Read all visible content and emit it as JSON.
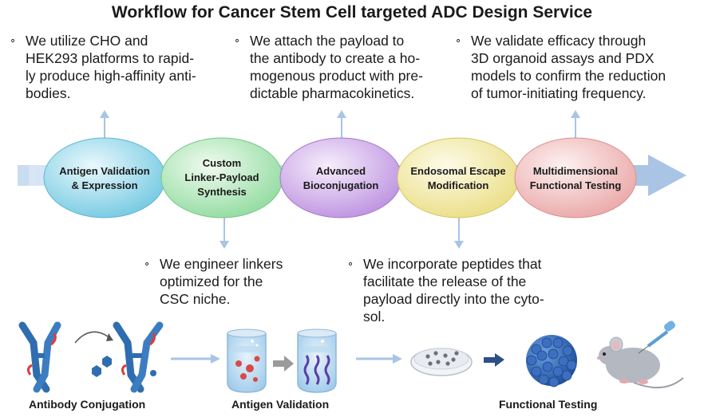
{
  "title": "Workflow for Cancer Stem Cell targeted ADC Design Service",
  "top_notes": [
    {
      "lines": [
        "We utilize CHO and",
        "HEK293 platforms to rapid-",
        "ly produce high-affinity anti-",
        "bodies."
      ]
    },
    {
      "lines": [
        "We attach the payload to",
        "the antibody to create a ho-",
        "mogenous product with pre-",
        "dictable pharmacokinetics."
      ]
    },
    {
      "lines": [
        "We validate efficacy through",
        "3D organoid assays and PDX",
        "models to confirm the reduction",
        "of tumor-initiating frequency."
      ]
    }
  ],
  "bottom_notes": [
    {
      "lines": [
        "We engineer linkers",
        "optimized for the",
        "CSC niche."
      ]
    },
    {
      "lines": [
        "We incorporate peptides that",
        "facilitate the release of the",
        "payload directly into the cyto-",
        "sol."
      ]
    }
  ],
  "steps": [
    {
      "lines": [
        "Antigen Validation",
        "& Expression"
      ],
      "color": "#7fd1e6"
    },
    {
      "lines": [
        "Custom",
        "Linker-Payload",
        "Synthesis"
      ],
      "color": "#9fe3a9"
    },
    {
      "lines": [
        "Advanced",
        "Bioconjugation"
      ],
      "color": "#c9a3e6"
    },
    {
      "lines": [
        "Endosomal Escape",
        "Modification"
      ],
      "color": "#f1eaa0"
    },
    {
      "lines": [
        "Multidimensional",
        "Functional Testing"
      ],
      "color": "#f1b8b8"
    }
  ],
  "bottom_labels": [
    "Antibody Conjugation",
    "Antigen Validation",
    "Functional Testing"
  ],
  "bullet_symbol": "∘",
  "colors": {
    "arrow": "#a9c4e4",
    "arrow_dark": "#6f98cf",
    "antibody": "#2f6db0",
    "organoid": "#2a5ea8"
  }
}
